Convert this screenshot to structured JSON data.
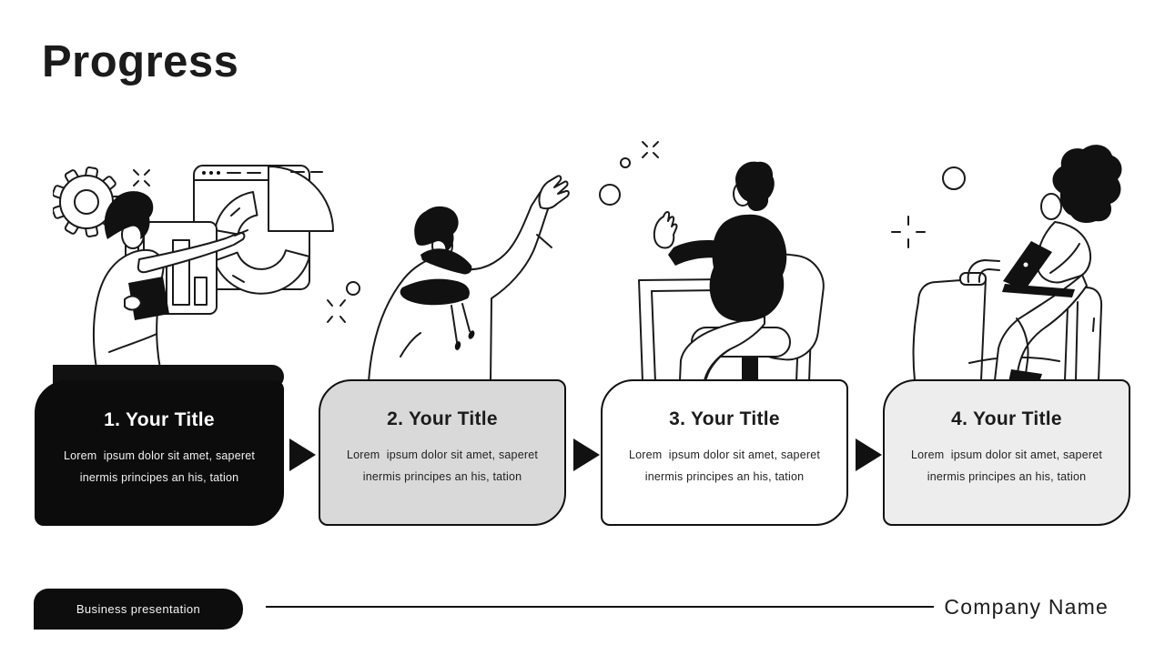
{
  "slide": {
    "title": "Progress",
    "steps": [
      {
        "title": "1. Your Title",
        "body": "Lorem  ipsum dolor sit amet, saperet\ninermis principes an his, tation"
      },
      {
        "title": "2. Your Title",
        "body": "Lorem  ipsum dolor sit amet, saperet\ninermis principes an his, tation"
      },
      {
        "title": "3. Your Title",
        "body": "Lorem  ipsum dolor sit amet, saperet\ninermis principes an his, tation"
      },
      {
        "title": "4. Your Title",
        "body": "Lorem  ipsum dolor sit amet, saperet\ninermis principes an his, tation"
      }
    ],
    "footer": {
      "badge_label": "Business presentation",
      "company_name": "Company Name"
    },
    "illustrations": {
      "step1": "person-presenting-pie-chart-bar-chart-gear",
      "step2": "bearded-man-raising-hand",
      "step3": "person-sitting-office-chair-waving",
      "step4": "woman-sitting-with-laptop"
    },
    "colors": {
      "step1_bg": "#0c0c0c",
      "step1_text": "#ffffff",
      "step2_bg": "#d9d9d9",
      "step3_bg": "#ffffff",
      "step4_bg": "#ededed",
      "outline": "#111111",
      "background": "#ffffff"
    }
  }
}
